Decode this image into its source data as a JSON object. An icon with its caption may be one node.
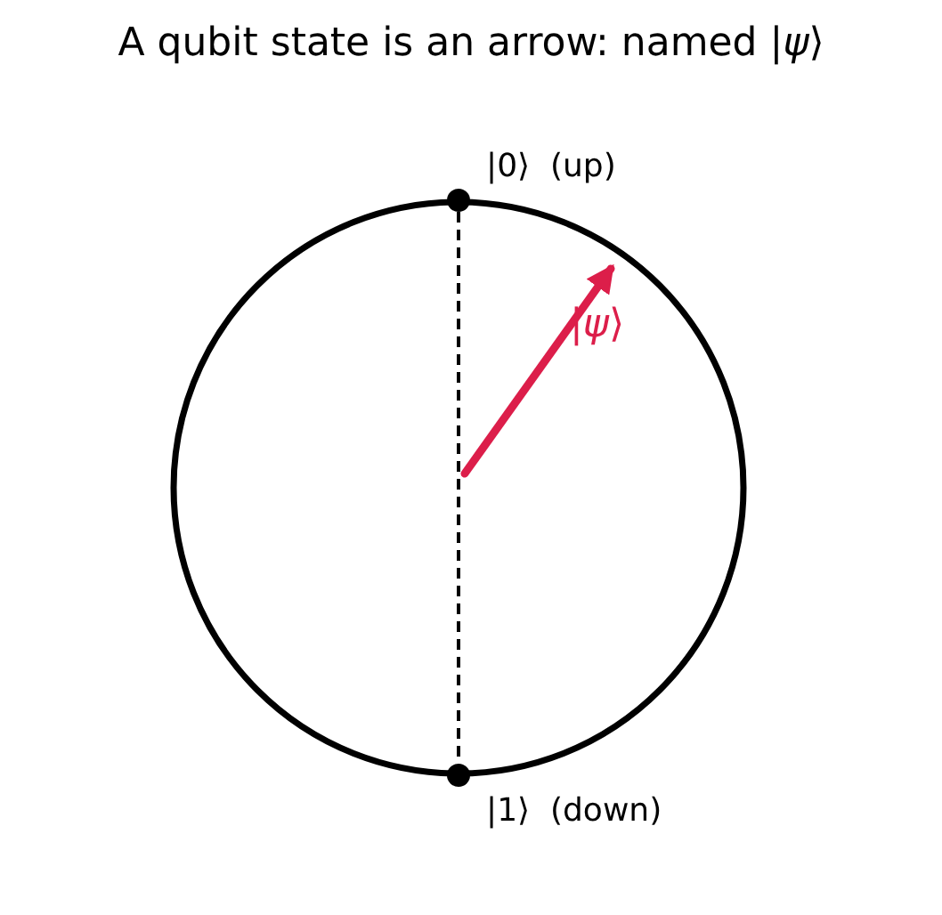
{
  "diagram": {
    "title": "A qubit state is an arrow: named |*ψ*⟩",
    "nodes": [
      {
        "text": [],
        "shape": "circle",
        "beside": [
          "|0⟩  (up)"
        ]
      },
      {
        "text": [],
        "shape": "circle",
        "beside": [
          "|1⟩  (down)"
        ]
      }
    ],
    "edges": [
      {
        "from": 0,
        "to": 1,
        "arrow": "none",
        "style": "dashed"
      }
    ],
    "labels": [
      "|*ψ*⟩"
    ]
  }
}
